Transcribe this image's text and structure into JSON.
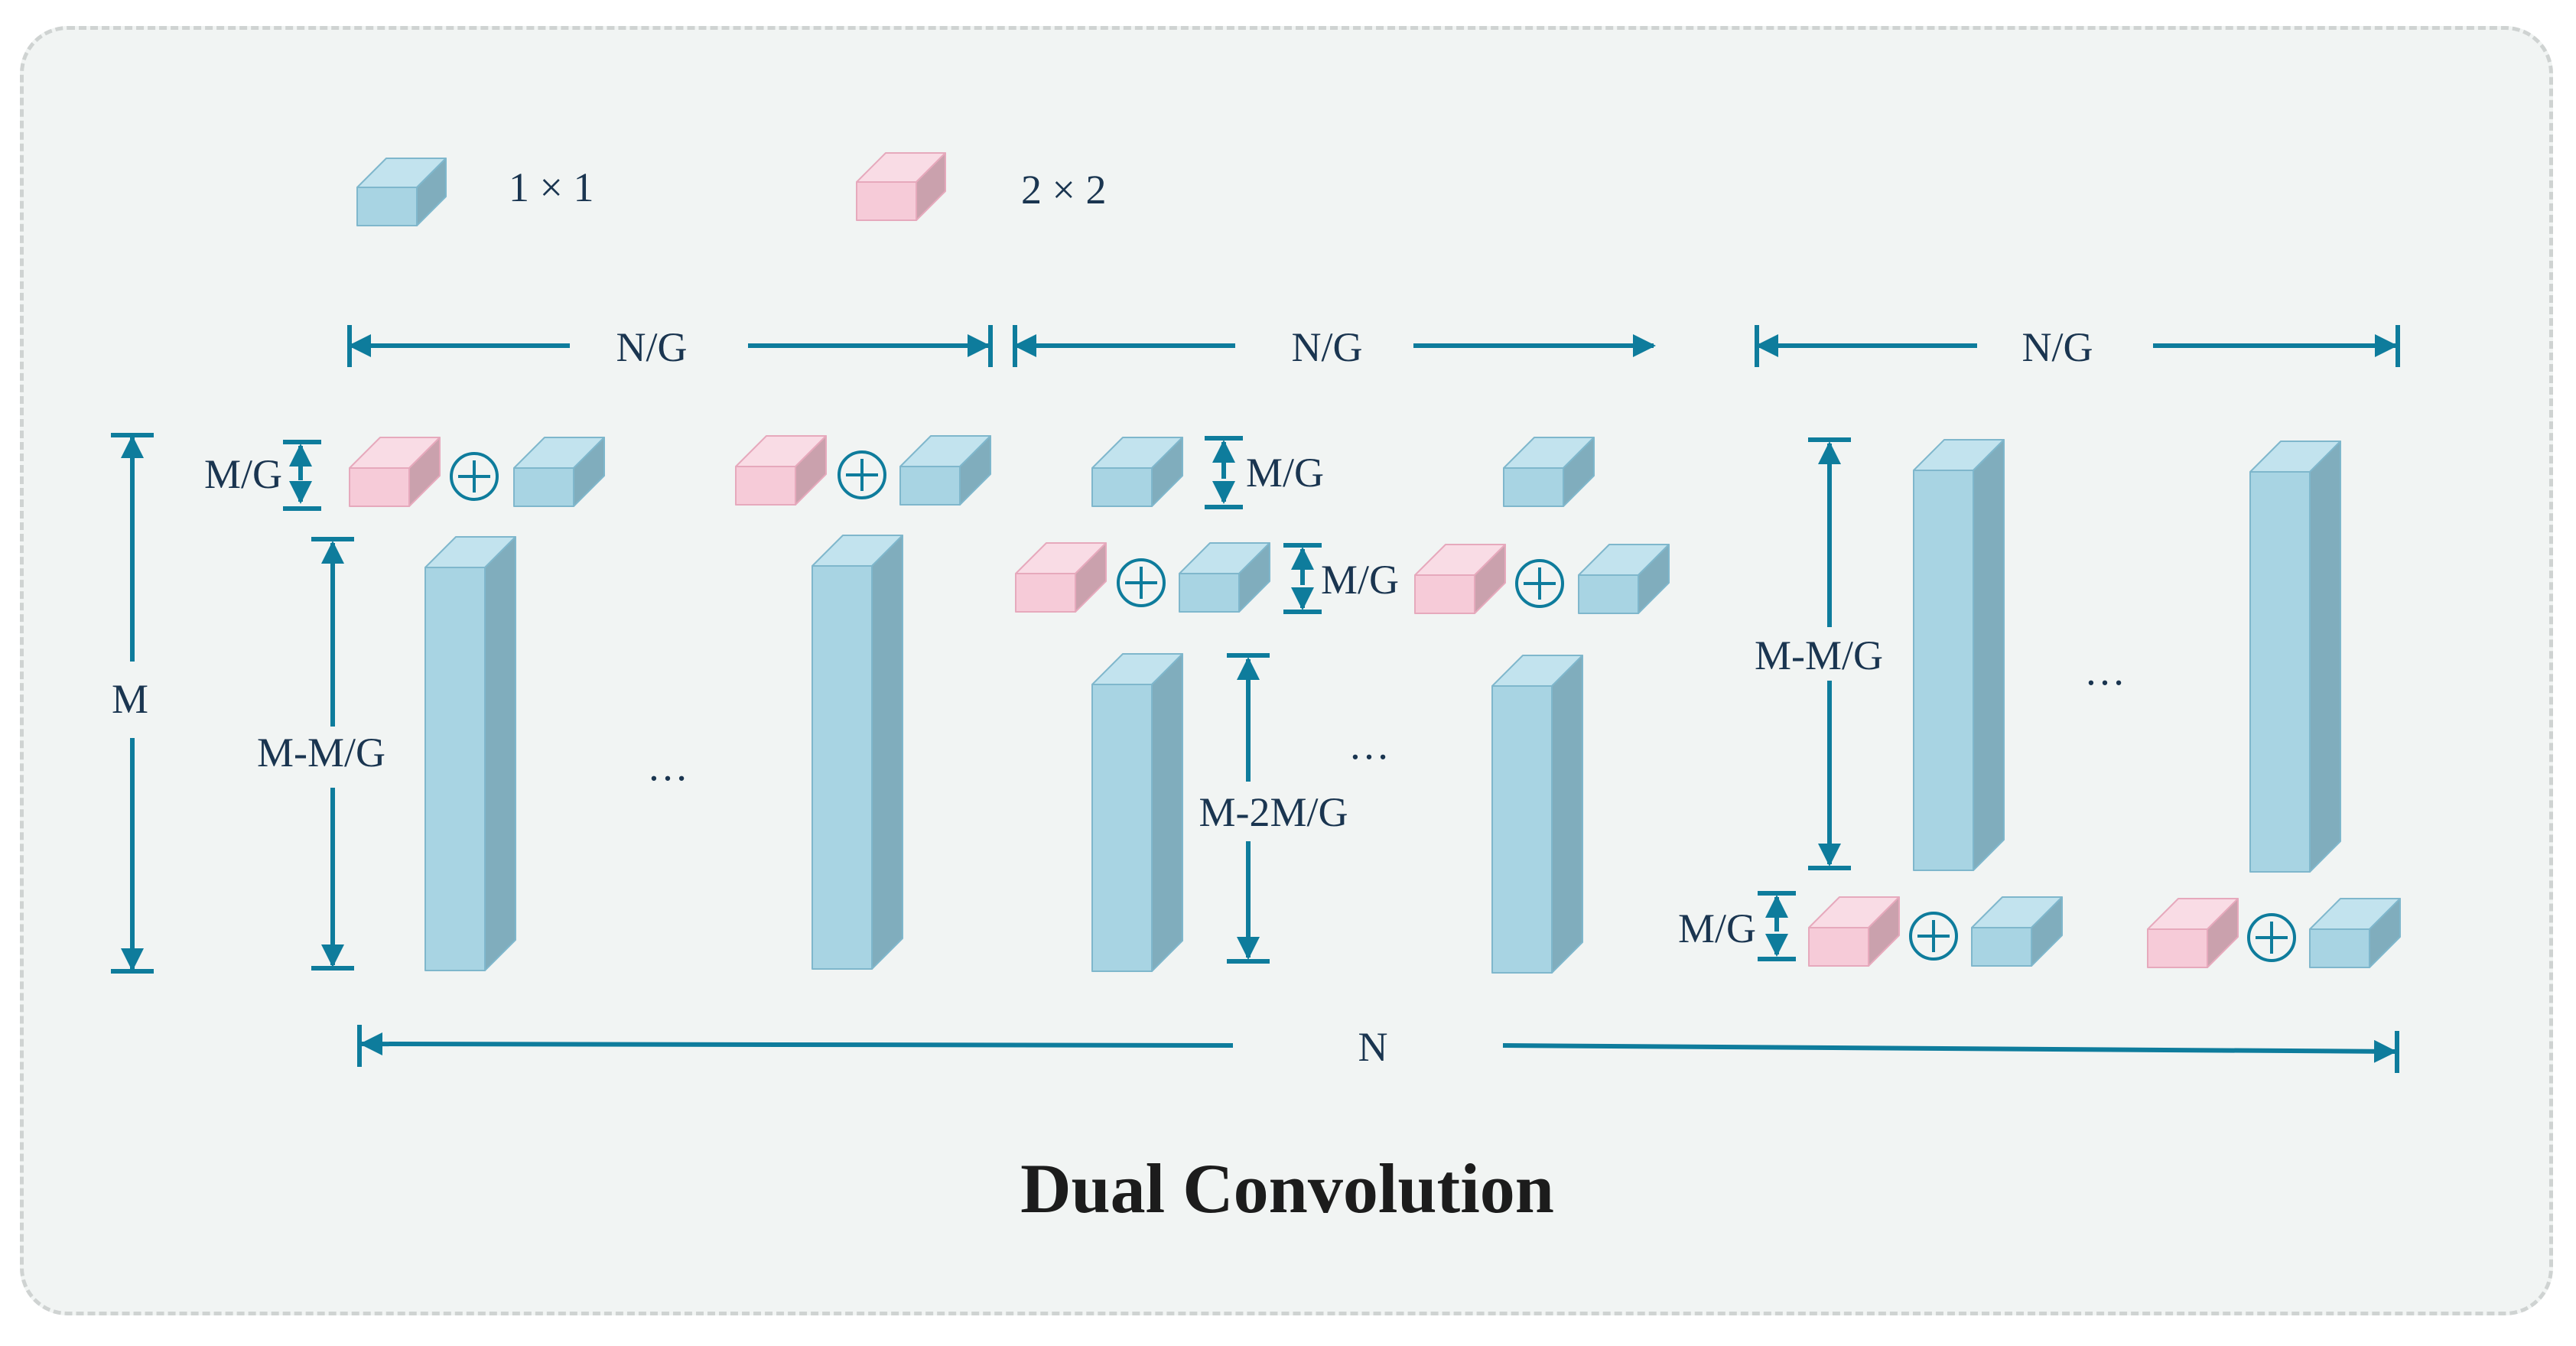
{
  "legend": {
    "items": [
      {
        "label": "1 × 1",
        "color": "#a8d4e3"
      },
      {
        "label": "2 × 2",
        "color": "#f6cbd8"
      }
    ]
  },
  "title": "Dual Convolution",
  "labels": {
    "ng": "N/G",
    "m": "M",
    "mg": "M/G",
    "m_minus_mg": "M-M/G",
    "m_minus_2mg": "M-2M/G",
    "n": "N",
    "ellipsis": "…"
  },
  "colors": {
    "blue_front": "#a8d4e3",
    "blue_top": "#c2e3ee",
    "blue_side": "#80adbd",
    "blue_edge": "#7fb7cc",
    "pink_front": "#f6cbd8",
    "pink_top": "#f9dce5",
    "pink_side": "#caa1ad",
    "pink_edge": "#e6a9bc",
    "arrow": "#0e7c9c",
    "text": "#1a3550"
  }
}
